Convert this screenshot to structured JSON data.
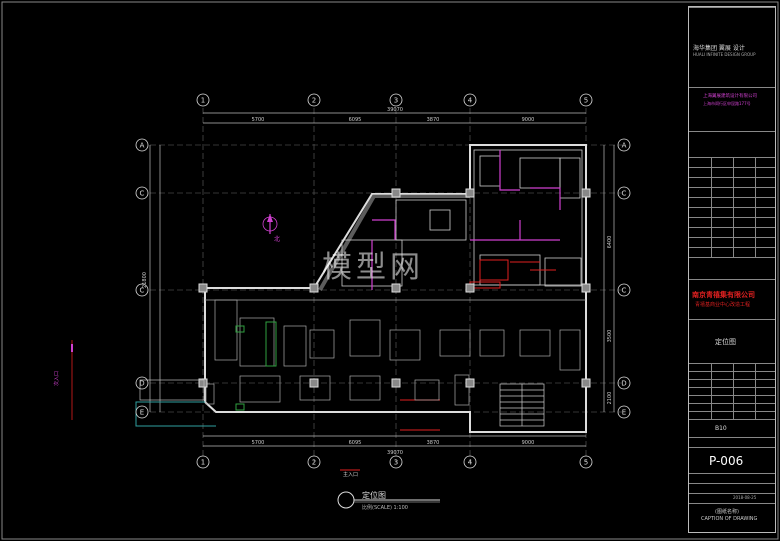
{
  "drawing": {
    "grid_top": [
      "1",
      "2",
      "3",
      "4",
      "5"
    ],
    "grid_bottom": [
      "1",
      "2",
      "3",
      "4",
      "5"
    ],
    "grid_left": [
      "A",
      "C",
      "C",
      "D",
      "E"
    ],
    "grid_right": [
      "A",
      "C",
      "C",
      "D",
      "E"
    ],
    "dims_top": [
      "5700",
      "6095",
      "3870",
      "9000"
    ],
    "dims_top_total": "39070",
    "dims_bottom": [
      "5700",
      "6095",
      "3870",
      "9000"
    ],
    "dims_bottom_total": "39070",
    "dims_left_total": "21800",
    "dims_right": [
      "6400",
      "3500",
      "2100"
    ],
    "north_label": "北",
    "entry_label": "主入口",
    "side_label": "次入口",
    "watermark": "模型网"
  },
  "title": {
    "main": "定位图",
    "scale": "比例(SCALE) 1:100"
  },
  "titleblock": {
    "firm_cn": "海华集团 翼展 设计",
    "firm_en": "HUALI INFINITE DESIGN GROUP",
    "branch_cn": "上海翼展建筑设计有限公司",
    "address": "上海市闵行区申昆路177号",
    "client": "南京青禧集有限公司",
    "project": "青禧基商业中心改造工程",
    "sheet_name": "定位图",
    "date_field": "B10",
    "drawing_no": "P-006",
    "revision_date": "2018-08-25",
    "caption_cn": "(图纸名称)",
    "caption_en": "CAPTION OF DRAWING"
  }
}
